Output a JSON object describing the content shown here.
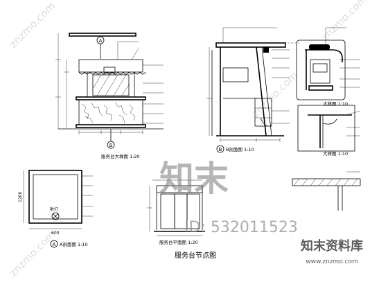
{
  "title": "服务台节点图",
  "views": {
    "elevation_caption": "服务台大样图 1:20",
    "section_b_caption": "B剖面图 1:10",
    "detail_1_caption": "大样图 1:10",
    "detail_2_caption": "大样图 1:10",
    "section_a_caption": "A剖面图 1:10",
    "plan_caption": "服务台平面图 1:20"
  },
  "markers": {
    "a": "A",
    "b": "B"
  },
  "dims": {
    "plan_width": "600",
    "plan_height": "1200",
    "plan_light": "射灯"
  },
  "watermark": {
    "logo_text": "知末",
    "site_name": "知末资料库",
    "id_text": "ID: 532011523",
    "url": "www.znzmo.com",
    "faint": "znzmo.com"
  }
}
